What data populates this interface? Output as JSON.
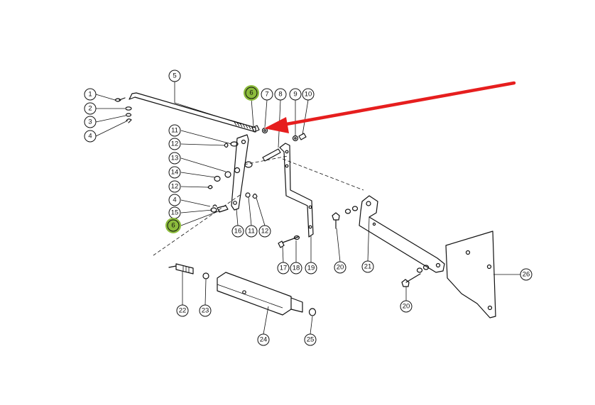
{
  "colors": {
    "highlight": "#8cbc3c",
    "arrow": "#e61e1e",
    "line": "#111111"
  },
  "callouts": [
    {
      "id": "c1",
      "label": "1"
    },
    {
      "id": "c2",
      "label": "2"
    },
    {
      "id": "c3",
      "label": "3"
    },
    {
      "id": "c4",
      "label": "4"
    },
    {
      "id": "c5",
      "label": "5"
    },
    {
      "id": "c6a",
      "label": "6",
      "highlighted": true
    },
    {
      "id": "c7",
      "label": "7"
    },
    {
      "id": "c8",
      "label": "8"
    },
    {
      "id": "c9",
      "label": "9"
    },
    {
      "id": "c10",
      "label": "10"
    },
    {
      "id": "c11a",
      "label": "11"
    },
    {
      "id": "c12a",
      "label": "12"
    },
    {
      "id": "c13",
      "label": "13"
    },
    {
      "id": "c14",
      "label": "14"
    },
    {
      "id": "c12b",
      "label": "12"
    },
    {
      "id": "c4b",
      "label": "4"
    },
    {
      "id": "c15",
      "label": "15"
    },
    {
      "id": "c6b",
      "label": "6",
      "highlighted": true
    },
    {
      "id": "c16",
      "label": "16"
    },
    {
      "id": "c11b",
      "label": "11"
    },
    {
      "id": "c12c",
      "label": "12"
    },
    {
      "id": "c17",
      "label": "17"
    },
    {
      "id": "c18",
      "label": "18"
    },
    {
      "id": "c19",
      "label": "19"
    },
    {
      "id": "c20a",
      "label": "20"
    },
    {
      "id": "c21",
      "label": "21"
    },
    {
      "id": "c26",
      "label": "26"
    },
    {
      "id": "c20b",
      "label": "20"
    },
    {
      "id": "c22",
      "label": "22"
    },
    {
      "id": "c23",
      "label": "23"
    },
    {
      "id": "c24",
      "label": "24"
    },
    {
      "id": "c25",
      "label": "25"
    }
  ]
}
